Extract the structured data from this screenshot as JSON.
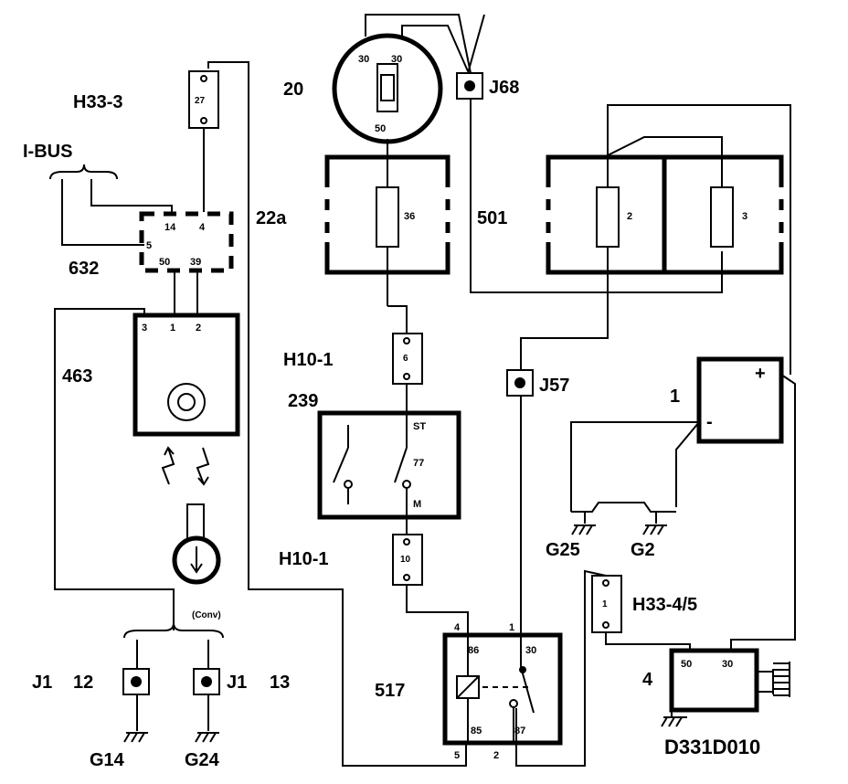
{
  "components": {
    "ignition_switch": {
      "id": "20",
      "pins": [
        "30",
        "30",
        "50"
      ]
    },
    "connector_j68": {
      "label": "J68"
    },
    "fuse_box_left": {
      "fuse": "36"
    },
    "fuse_box_right": {
      "id": "501",
      "fuses": [
        "2",
        "3"
      ]
    },
    "connector_h33_3": {
      "label": "H33-3",
      "pin": "27"
    },
    "ibus_label": "I-BUS",
    "module_22a": {
      "id": "22a",
      "sub_id": "632",
      "pins": [
        "14",
        "4",
        "5",
        "50",
        "39"
      ]
    },
    "module_463": {
      "id": "463",
      "pins": [
        "3",
        "1",
        "2"
      ]
    },
    "connector_h10_1_top": {
      "label": "H10-1",
      "pin": "6"
    },
    "switch_239": {
      "id": "239",
      "pins": [
        "ST",
        "77",
        "M"
      ]
    },
    "connector_h10_1_bottom": {
      "label": "H10-1",
      "pin": "10"
    },
    "connector_j57": {
      "label": "J57"
    },
    "battery": {
      "id": "1",
      "plus": "+",
      "minus": "-"
    },
    "ground_g25": "G25",
    "ground_g2": "G2",
    "connector_h33_45": {
      "label": "H33-4/5",
      "pin": "1"
    },
    "starter": {
      "id": "4",
      "pins": [
        "50",
        "30"
      ]
    },
    "diagram_code": "D331D010",
    "relay_517": {
      "id": "517",
      "outer_pins": [
        "4",
        "1",
        "5",
        "2"
      ],
      "inner_pins": [
        "86",
        "30",
        "85",
        "87"
      ]
    },
    "conv_label": "(Conv)",
    "j1_left": {
      "label": "J1",
      "pin": "12"
    },
    "j1_right": {
      "label": "J1",
      "pin": "13"
    },
    "ground_g14": "G14",
    "ground_g24": "G24"
  }
}
